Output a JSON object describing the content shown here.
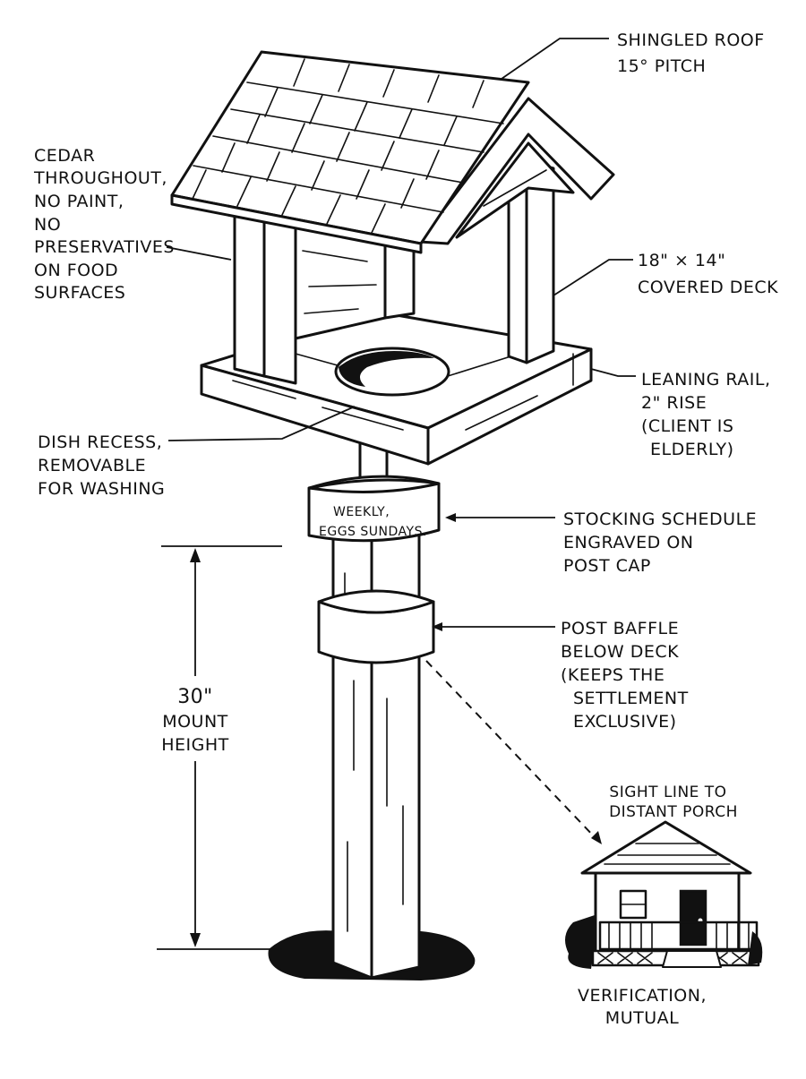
{
  "labels": {
    "roof": [
      "SHINGLED ROOF",
      "15° PITCH"
    ],
    "cedar": [
      "CEDAR",
      "THROUGHOUT,",
      "NO PAINT,",
      "NO",
      "PRESERVATIVES",
      "ON FOOD",
      "SURFACES"
    ],
    "deck": [
      "18\" × 14\"",
      "COVERED DECK"
    ],
    "rail": [
      "LEANING RAIL,",
      "2\" RISE",
      "(CLIENT IS",
      "ELDERLY)"
    ],
    "dish": [
      "DISH RECESS,",
      "REMOVABLE",
      "FOR WASHING"
    ],
    "cap_engraving": [
      "WEEKLY,",
      "EGGS SUNDAYS."
    ],
    "schedule": [
      "STOCKING SCHEDULE",
      "ENGRAVED ON",
      "POST CAP"
    ],
    "baffle": [
      "POST BAFFLE",
      "BELOW DECK",
      "(KEEPS THE",
      "SETTLEMENT",
      "EXCLUSIVE)"
    ],
    "height": [
      "30\"",
      "MOUNT",
      "HEIGHT"
    ],
    "sight": [
      "SIGHT LINE TO",
      "DISTANT PORCH"
    ],
    "verification": [
      "VERIFICATION,",
      "MUTUAL"
    ]
  }
}
